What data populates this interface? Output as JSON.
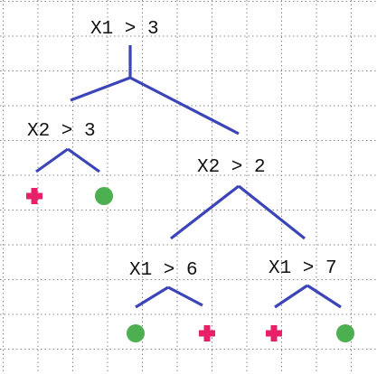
{
  "colors": {
    "grid": "#888888",
    "edge": "#3b45b8",
    "positive_marker": "#e8206a",
    "negative_marker": "#4caf50",
    "text": "#111111"
  },
  "tree": {
    "root": {
      "label": "X1 > 3",
      "left": {
        "label": "X2 > 3",
        "left_leaf": "cross-marker",
        "right_leaf": "circle-marker"
      },
      "right": {
        "label": "X2 > 2",
        "left": {
          "label": "X1 > 6",
          "left_leaf": "circle-marker",
          "right_leaf": "cross-marker"
        },
        "right": {
          "label": "X1 > 7",
          "left_leaf": "cross-marker",
          "right_leaf": "circle-marker"
        }
      }
    }
  }
}
